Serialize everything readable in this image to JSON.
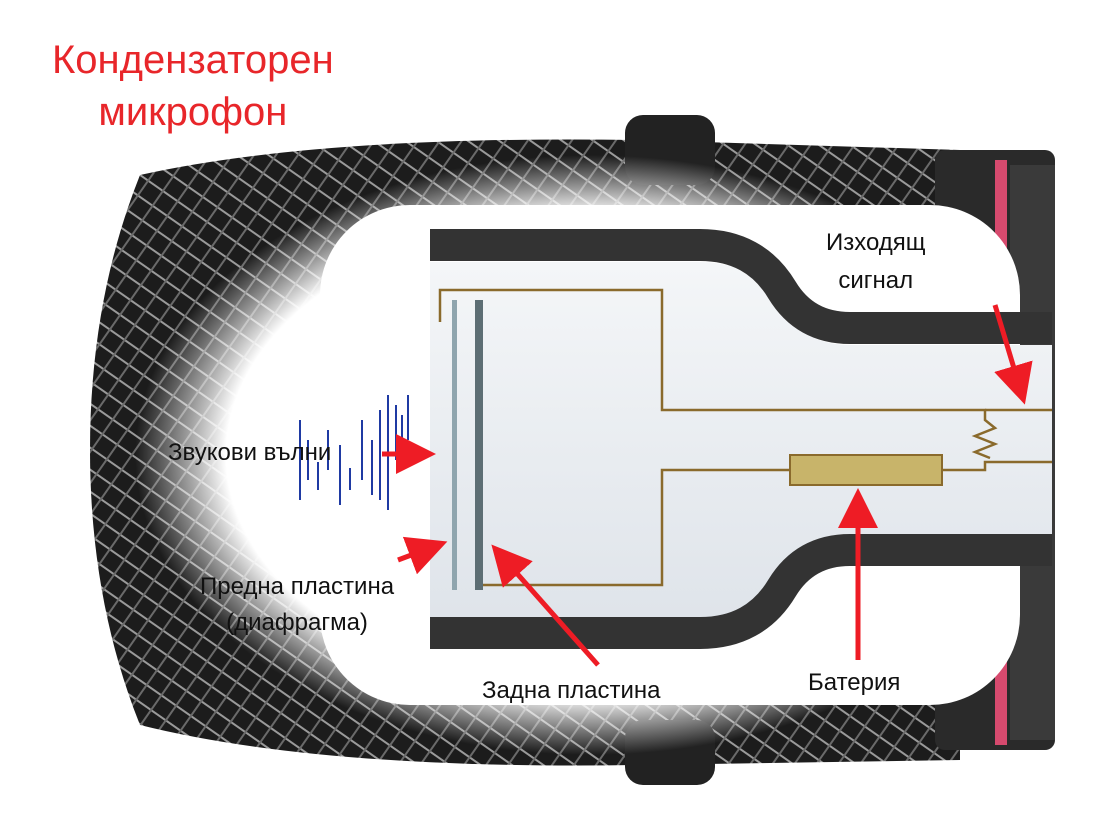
{
  "title": {
    "line1": "Кондензаторен",
    "line2": "микрофон",
    "color": "#e8262a"
  },
  "labels": {
    "output_line1": "Изходящ",
    "output_line2": "сигнал",
    "sound_waves": "Звукови вълни",
    "front_plate_line1": "Предна пластина",
    "front_plate_line2": "(диафрагма)",
    "back_plate": "Задна пластина",
    "battery": "Батерия"
  },
  "colors": {
    "arrow": "#ee1c25",
    "wave": "#1f3aa3",
    "mesh": "#1c1c1c",
    "tube": "#333333",
    "battery": "#c8b46a",
    "capsule_line": "#8a6a2c",
    "plate_front": "#8fa5ae",
    "plate_back": "#5d6e74",
    "ring": "#d64a6e"
  }
}
